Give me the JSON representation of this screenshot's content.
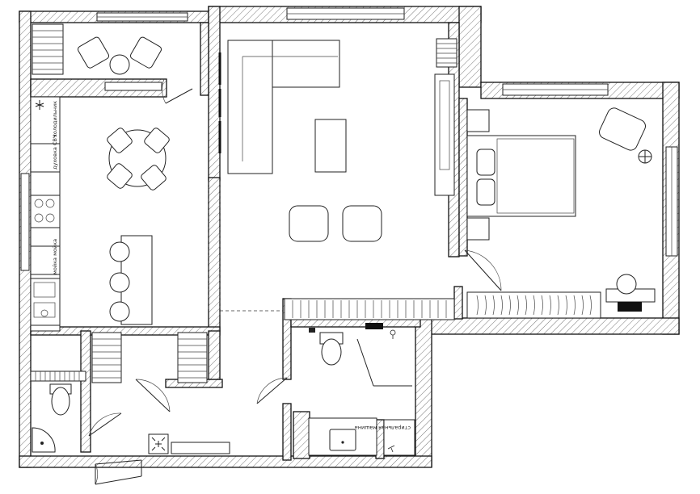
{
  "plan": {
    "labels": {
      "fridge": "холодильник",
      "oven": "духовка СВЧ",
      "sink": "мойка мойка",
      "washer": "стиральная машина"
    },
    "icons": {
      "fan": "fan-icon",
      "floor_lamp": "floor-lamp-icon",
      "drain": "floor-drain-icon",
      "dryer_symbol": "heating-symbol-icon"
    }
  }
}
